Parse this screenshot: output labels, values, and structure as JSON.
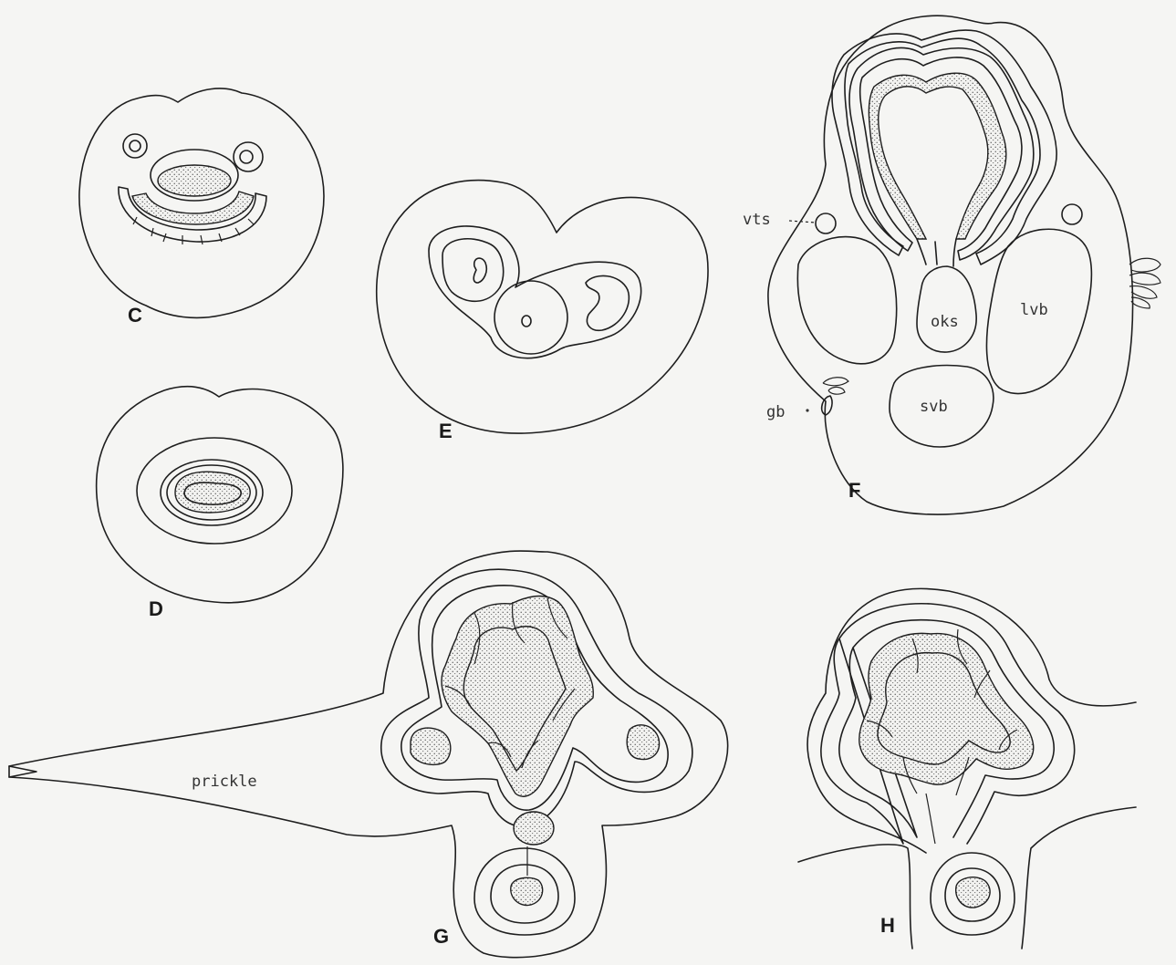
{
  "panels": {
    "C": "C",
    "D": "D",
    "E": "E",
    "F": "F",
    "G": "G",
    "H": "H"
  },
  "annotations": {
    "vts": "vts",
    "gb": "gb",
    "oks": "oks",
    "lvb": "lvb",
    "svb": "svb",
    "prickle": "prickle"
  }
}
